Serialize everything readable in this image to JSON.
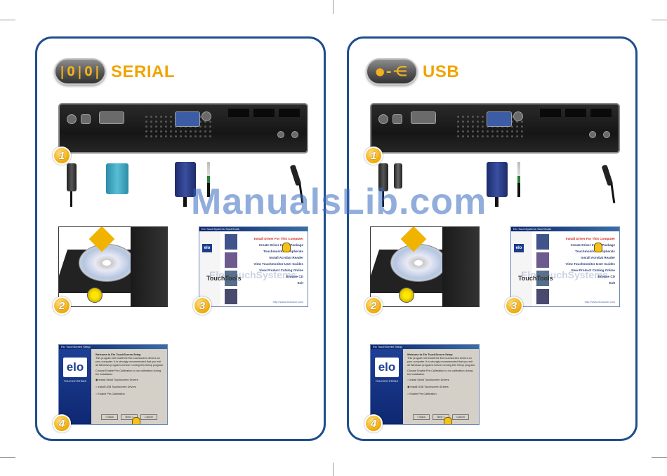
{
  "panels": {
    "serial": {
      "title": "SERIAL",
      "icon": "serial-port-icon",
      "steps": [
        "1",
        "2",
        "3",
        "4"
      ]
    },
    "usb": {
      "title": "USB",
      "icon": "usb-trident-icon",
      "steps": [
        "1",
        "2",
        "3",
        "4"
      ]
    }
  },
  "touchtools": {
    "window_title": "Elo TouchSystems TouchTools",
    "items": [
      "Install Driver For This Computer",
      "Create Driver Install Package",
      "Touchmonitor Peripherals",
      "Install Acrobat Reader",
      "View Touchmonitor User Guides",
      "View Product Catalog Online",
      "Browse CD",
      "Exit"
    ],
    "watermark": "Elo TouchSystems",
    "tag": "TouchTools",
    "url": "http://www.elotouch.com"
  },
  "setup_serial": {
    "window_title": "Elo TouchScreen Setup",
    "logo": "elo",
    "logo_sub": "TOUCHSYSTEMS",
    "intro": "Welcome to Elo TouchScreen Setup",
    "body": "This program will install the Elo touchscreen drivers on your computer. It is strongly recommended that you exit all Windows programs before running this Setup program.",
    "prompt": "Choose Enable Pre-Calibration to run calibration during the installation.",
    "options": [
      "Install Serial Touchscreen Drivers",
      "Install USB Touchscreen Drivers",
      "Enable Pre-Calibration"
    ],
    "selected": 0,
    "buttons": [
      "< Back",
      "Next >",
      "Cancel"
    ]
  },
  "setup_usb": {
    "window_title": "Elo TouchScreen Setup",
    "logo": "elo",
    "logo_sub": "TOUCHSYSTEMS",
    "intro": "Welcome to Elo TouchScreen Setup",
    "body": "This program will install the Elo touchscreen drivers on your computer. It is strongly recommended that you exit all Windows programs before running this Setup program.",
    "prompt": "Choose Enable Pre-Calibration to run calibration during the installation.",
    "options": [
      "Install Serial Touchscreen Drivers",
      "Install USB Touchscreen Drivers",
      "Enable Pre-Calibration"
    ],
    "selected": 1,
    "buttons": [
      "< Back",
      "Next >",
      "Cancel"
    ]
  },
  "watermark": "ManualsLib.com",
  "colors": {
    "border": "#1f4e8c",
    "title": "#f0a400",
    "step": "#f0a800",
    "highlight": "#d0251a"
  }
}
